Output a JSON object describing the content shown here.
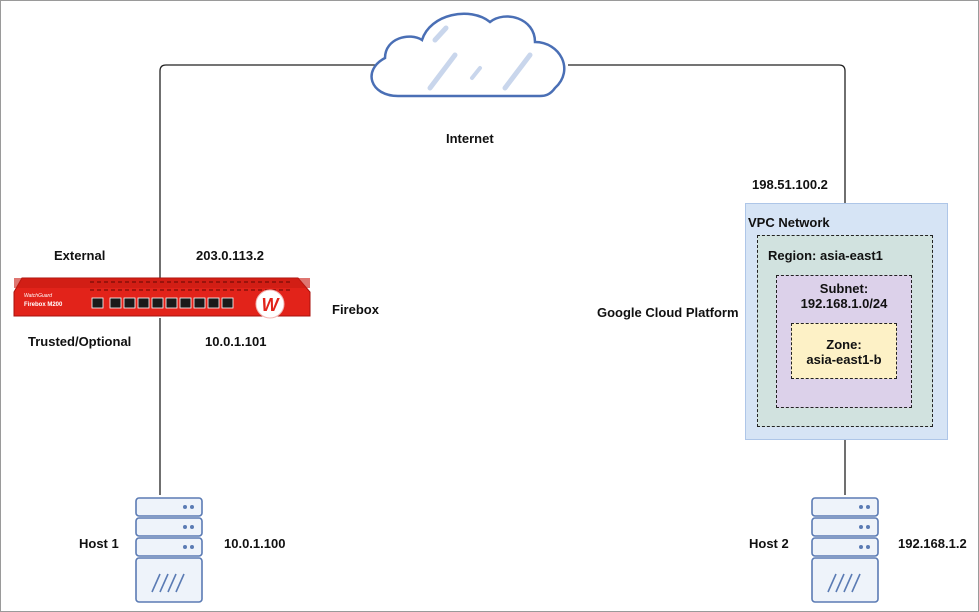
{
  "cloud": {
    "label": "Internet"
  },
  "firebox": {
    "label": "Firebox",
    "brand": "WatchGuard",
    "model_text": "Firebox M200",
    "logo_letter": "W",
    "external_label": "External",
    "external_ip": "203.0.113.2",
    "trusted_label": "Trusted/Optional",
    "trusted_ip": "10.0.1.101"
  },
  "gcp": {
    "label": "Google Cloud Platform",
    "public_ip": "198.51.100.2",
    "vpc_label": "VPC Network",
    "region_label": "Region: asia-east1",
    "subnet_label": "Subnet:",
    "subnet_value": "192.168.1.0/24",
    "zone_label": "Zone:",
    "zone_value": "asia-east1-b"
  },
  "host1": {
    "label": "Host 1",
    "ip": "10.0.1.100"
  },
  "host2": {
    "label": "Host 2",
    "ip": "192.168.1.2"
  },
  "colors": {
    "firebox_red": "#e2231a",
    "vpc_fill": "#d6e4f5",
    "region_fill": "#d1e2df",
    "subnet_fill": "#dcd1ea",
    "zone_fill": "#fdf1c6",
    "server_fill": "#eef3fa",
    "server_stroke": "#5b7bb4",
    "cloud_stroke": "#4a6fb5"
  }
}
